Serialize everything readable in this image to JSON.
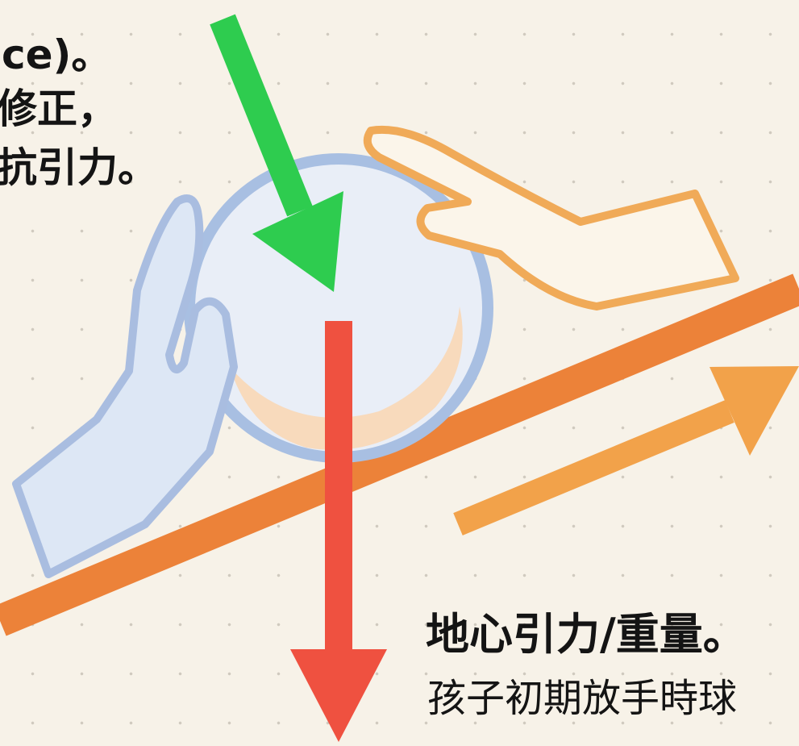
{
  "labels": {
    "top_line_1": "ce)。",
    "top_line_2": "修正，",
    "top_line_3": "抗引力。",
    "bottom_line_1": "地心引力/重量。",
    "bottom_line_2": "孩子初期放手時球"
  },
  "colors": {
    "background": "#f7f2e8",
    "green_arrow": "#2ecc4f",
    "red_arrow": "#ef5140",
    "orange_arrow": "#f2a24a",
    "slope_line": "#ec8239",
    "ball_fill": "#e4ecf7",
    "ball_outline": "#9fb6dc",
    "left_hand": "#d6e3f5",
    "right_hand_outline": "#f0aa58"
  }
}
